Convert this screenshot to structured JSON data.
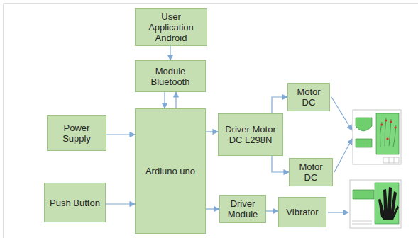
{
  "diagram": {
    "nodes": [
      {
        "text": [
          "User Application Android"
        ]
      },
      {
        "text": [
          "Module Bluetooth"
        ]
      },
      {
        "text": [
          "Power Supply"
        ]
      },
      {
        "text": [
          "Ardiuno uno"
        ]
      },
      {
        "text": [
          "Push Button"
        ]
      },
      {
        "text": [
          "Driver Motor DC L298N"
        ]
      },
      {
        "text": [
          "Motor DC"
        ]
      },
      {
        "text": [
          "Motor DC"
        ]
      },
      {
        "text": [
          "Driver Module"
        ]
      },
      {
        "text": [
          "Vibrator"
        ]
      }
    ],
    "edges": [
      {
        "from": 0,
        "to": 1,
        "arrow": "to"
      },
      {
        "from": 1,
        "to": 3,
        "arrow": "to"
      },
      {
        "from": 3,
        "to": 1,
        "arrow": "to"
      },
      {
        "from": 2,
        "to": 3,
        "arrow": "to"
      },
      {
        "from": 4,
        "to": 3,
        "arrow": "to"
      },
      {
        "from": 3,
        "to": 5,
        "arrow": "to"
      },
      {
        "from": 5,
        "to": 6,
        "arrow": "to"
      },
      {
        "from": 5,
        "to": 7,
        "arrow": "to"
      },
      {
        "from": 3,
        "to": 8,
        "arrow": "to"
      },
      {
        "from": 8,
        "to": 9,
        "arrow": "to"
      }
    ]
  }
}
